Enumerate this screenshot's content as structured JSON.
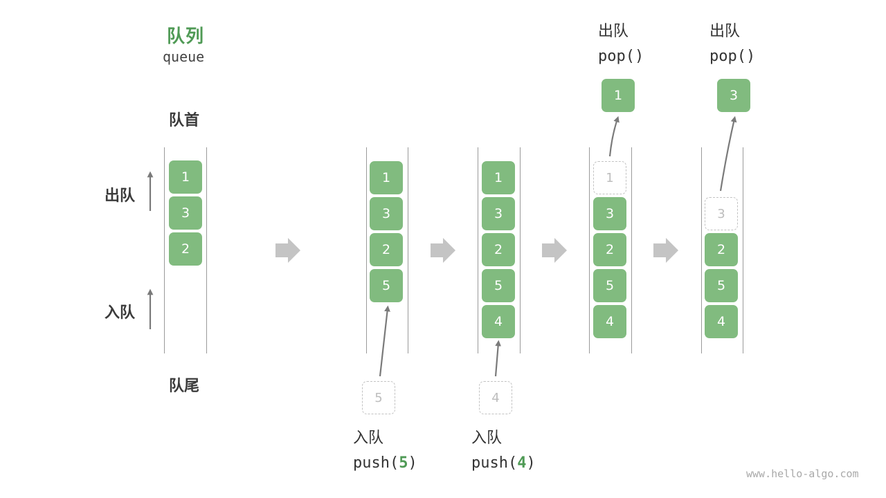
{
  "header": {
    "title": "队列",
    "subtitle": "queue"
  },
  "labels": {
    "head": "队首",
    "tail": "队尾",
    "dequeue": "出队",
    "enqueue": "入队"
  },
  "initial_queue": [
    "1",
    "3",
    "2"
  ],
  "steps": [
    {
      "queue": [
        "1",
        "3",
        "2",
        "5"
      ],
      "ghost": "5",
      "caption_cn": "入队",
      "caption_fn": "push(",
      "caption_arg": "5",
      "caption_end": ")"
    },
    {
      "queue": [
        "1",
        "3",
        "2",
        "5",
        "4"
      ],
      "ghost": "4",
      "caption_cn": "入队",
      "caption_fn": "push(",
      "caption_arg": "4",
      "caption_end": ")"
    },
    {
      "queue": [
        "3",
        "2",
        "5",
        "4"
      ],
      "ghost": "1",
      "popped": "1",
      "caption_cn": "出队",
      "caption_fn": "pop()"
    },
    {
      "queue": [
        "2",
        "5",
        "4"
      ],
      "ghost": "3",
      "popped": "3",
      "caption_cn": "出队",
      "caption_fn": "pop()"
    }
  ],
  "colors": {
    "cell": "#81bb7f",
    "accent": "#4f9a55",
    "arrow": "#c4c4c4",
    "ghost_border": "#c2c2c2"
  },
  "watermark": "www.hello-algo.com"
}
